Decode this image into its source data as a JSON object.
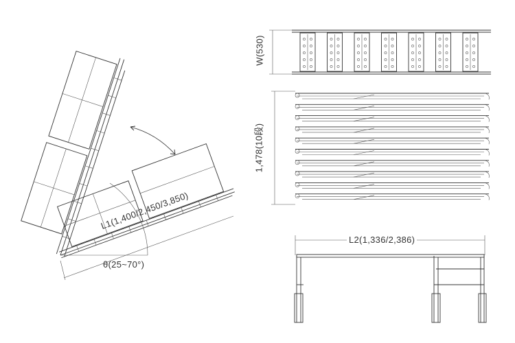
{
  "labels": {
    "width": "W(530)",
    "height": "1,478(10段)",
    "length1": "L1(1,400/2,450/3,850)",
    "angle": "θ(25~70°)",
    "length2": "L2(1,336/2,386)"
  },
  "colors": {
    "line": "#333333",
    "background": "#ffffff"
  }
}
